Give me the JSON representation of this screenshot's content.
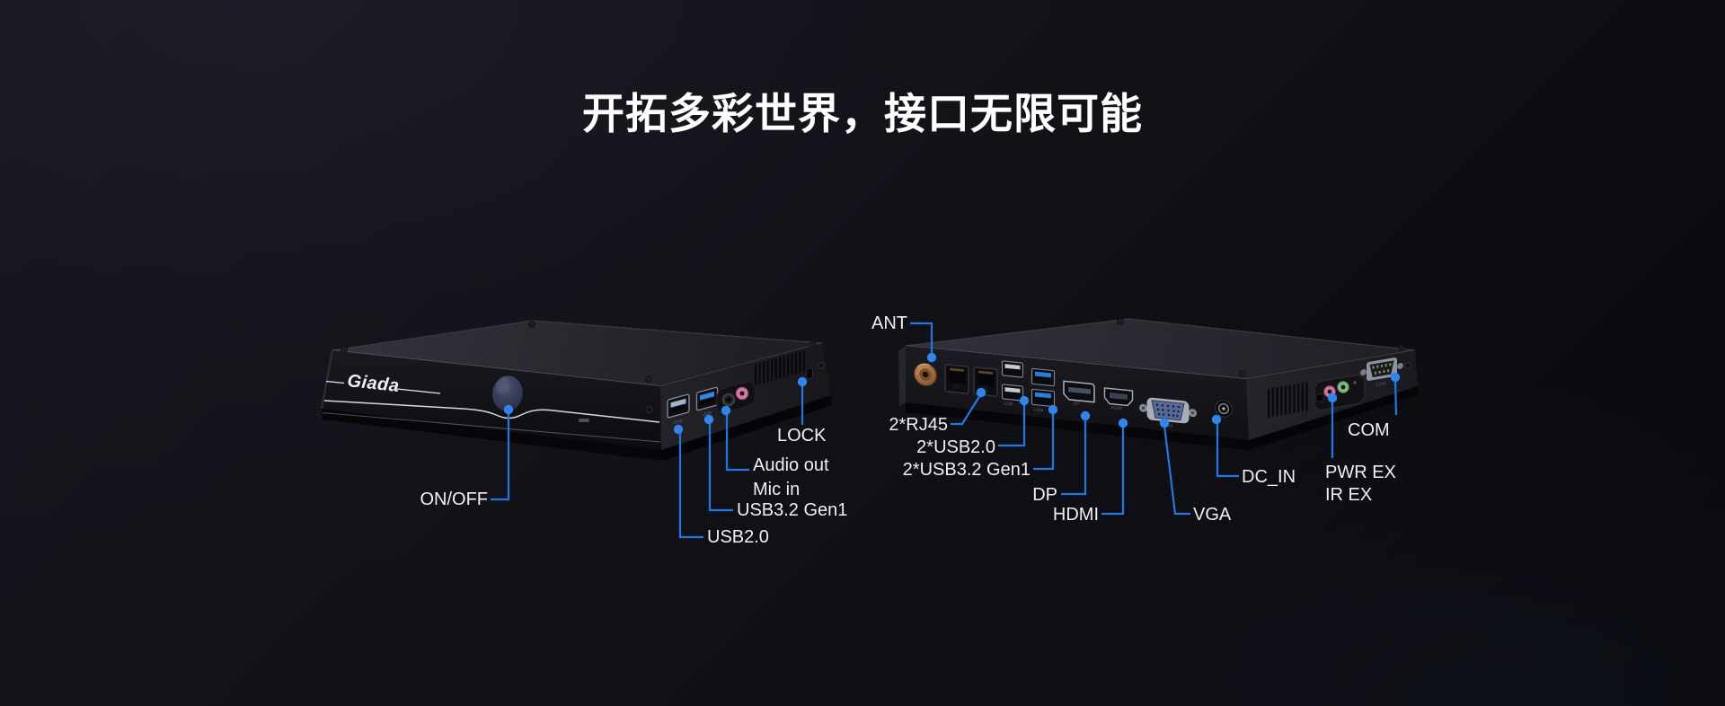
{
  "title": "开拓多彩世界，接口无限可能",
  "brand": "Giada",
  "colors": {
    "accent_blue": "#1f79e2",
    "dot_blue": "#2e86ec",
    "label_text": "#f0f0f2",
    "title_text": "#ffffff"
  },
  "left_device": {
    "labels": {
      "on_off": "ON/OFF",
      "usb20": "USB2.0",
      "usb32": "USB3.2 Gen1",
      "mic_in": "Mic in",
      "audio_out": "Audio out",
      "lock": "LOCK"
    },
    "port_marks": {
      "usb": "USB"
    }
  },
  "right_device": {
    "labels": {
      "ant": "ANT",
      "rj45": "2*RJ45",
      "usb20": "2*USB2.0",
      "usb32": "2*USB3.2 Gen1",
      "dp": "DP",
      "hdmi": "HDMI",
      "vga": "VGA",
      "dc_in": "DC_IN",
      "com": "COM",
      "pwr_ex": "PWR EX",
      "ir_ex": "IR EX"
    },
    "port_marks": {
      "usb": "USB",
      "dp": "DP",
      "hdmi": "HDMI",
      "vga": "VGA",
      "com": "COM"
    }
  }
}
